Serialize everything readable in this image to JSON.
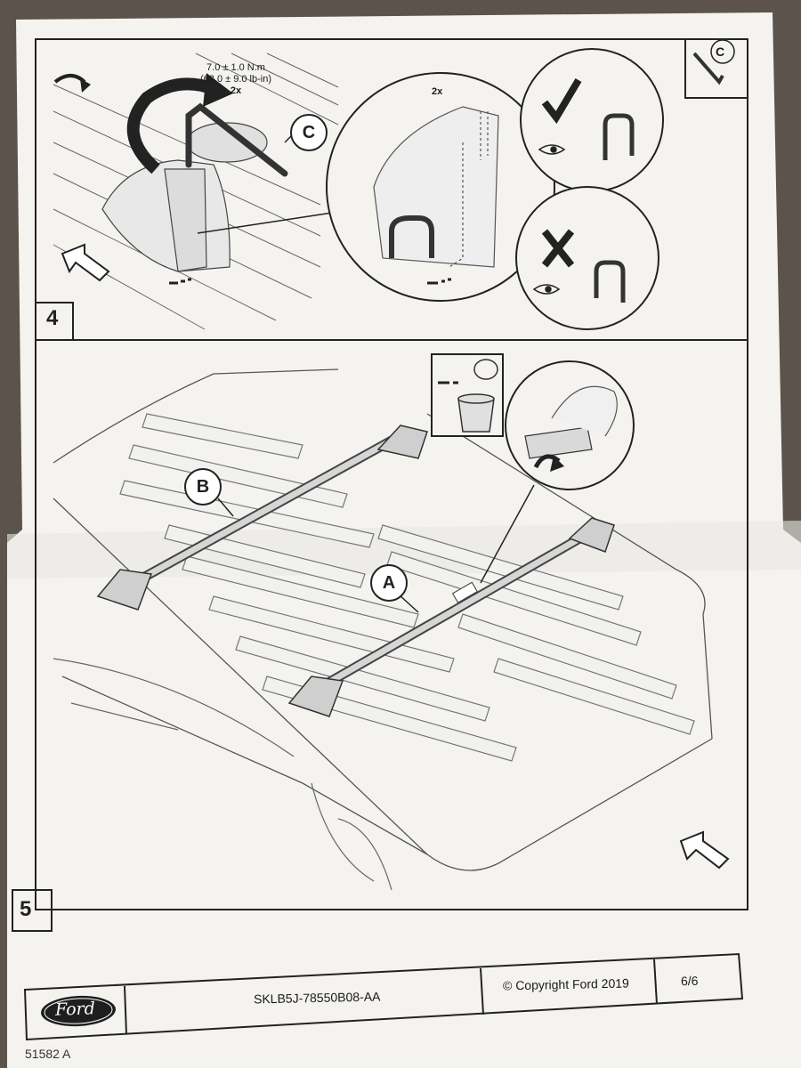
{
  "step4": {
    "number": "4",
    "torque_nm": "7.0 ± 1.0 N.m",
    "torque_lbin": "(62.0 ± 9.0 lb-in)",
    "count_left": "2x",
    "count_right": "2x",
    "callout_c": "C",
    "tool_label": "C"
  },
  "step5": {
    "number": "5",
    "callout_a": "A",
    "callout_b": "B"
  },
  "footer": {
    "brand": "Ford",
    "part_number": "SKLB5J-78550B08-AA",
    "copyright": "© Copyright Ford 2019",
    "page": "6/6",
    "form_code": "51582 A"
  },
  "icons": [
    "rotate-arrow-icon",
    "wrench-icon",
    "check-mark-icon",
    "cross-mark-icon",
    "eye-icon",
    "trash-can-icon",
    "direction-arrow-icon"
  ]
}
